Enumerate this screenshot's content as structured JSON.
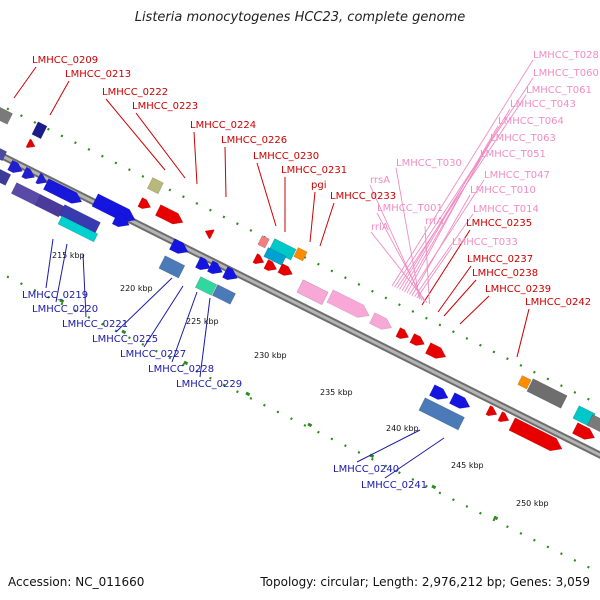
{
  "title": "Listeria monocytogenes HCC23, complete genome",
  "footer": {
    "accession": "Accession: NC_011660",
    "summary": "Topology: circular; Length: 2,976,212 bp; Genes: 3,059"
  },
  "colors": {
    "backbone": "#8c8c8c",
    "label_red": "#cc0000",
    "label_blue": "#1a1aa8",
    "label_pink": "#f28cc4",
    "tick": "#2e8b1e"
  },
  "kbp_ticks": [
    "215 kbp",
    "220 kbp",
    "225 kbp",
    "230 kbp",
    "235 kbp",
    "240 kbp",
    "245 kbp",
    "250 kbp"
  ],
  "labels_top_red": [
    "LMHCC_0209",
    "LMHCC_0213",
    "LMHCC_0222",
    "LMHCC_0223",
    "LMHCC_0224",
    "LMHCC_0226",
    "LMHCC_0230",
    "LMHCC_0231",
    "pgi",
    "LMHCC_0233",
    "LMHCC_0235",
    "LMHCC_0237",
    "LMHCC_0238",
    "LMHCC_0239",
    "LMHCC_0242"
  ],
  "labels_top_pink": [
    "LMHCC_T028",
    "LMHCC_T060",
    "LMHCC_T061",
    "LMHCC_T043",
    "LMHCC_T064",
    "LMHCC_T063",
    "LMHCC_T051",
    "LMHCC_T047",
    "LMHCC_T010",
    "LMHCC_T014",
    "LMHCC_T033",
    "LMHCC_T030",
    "rrsA",
    "LMHCC_T001",
    "rrlA",
    "rrfA"
  ],
  "labels_bottom_blue": [
    "LMHCC_0219",
    "LMHCC_0220",
    "LMHCC_0221",
    "LMHCC_0225",
    "LMHCC_0227",
    "LMHCC_0228",
    "LMHCC_0229",
    "LMHCC_0240",
    "LMHCC_0241"
  ]
}
